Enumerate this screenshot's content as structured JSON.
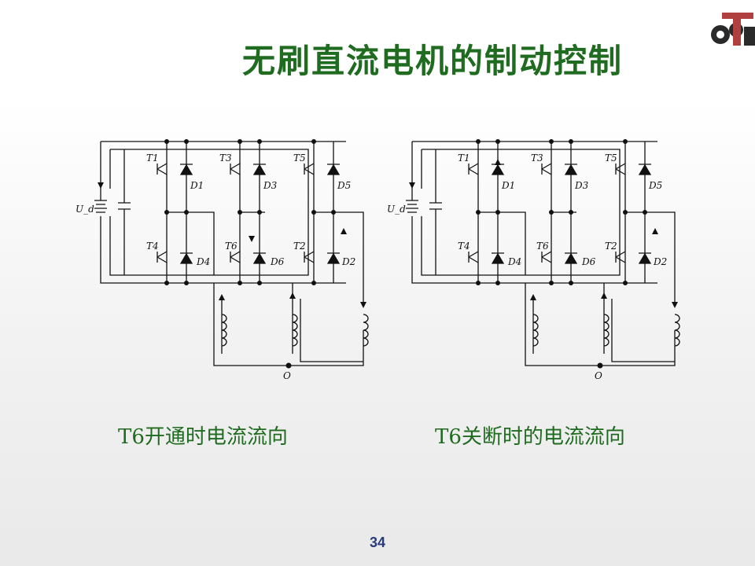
{
  "slide": {
    "title": "无刷直流电机的制动控制",
    "page_number": "34"
  },
  "left_diagram": {
    "caption": "T6开通时电流流向",
    "labels": {
      "source": "U_d",
      "neutral": "O",
      "T1": "T1",
      "T3": "T3",
      "T5": "T5",
      "T4": "T4",
      "T6": "T6",
      "T2": "T2",
      "D1": "D1",
      "D3": "D3",
      "D5": "D5",
      "D4": "D4",
      "D6": "D6",
      "D2": "D2"
    }
  },
  "right_diagram": {
    "caption": "T6关断时的电流流向",
    "labels": {
      "source": "U_d",
      "neutral": "O",
      "T1": "T1",
      "T3": "T3",
      "T5": "T5",
      "T4": "T4",
      "T6": "T6",
      "T2": "T2",
      "D1": "D1",
      "D3": "D3",
      "D5": "D5",
      "D4": "D4",
      "D6": "D6",
      "D2": "D2"
    }
  },
  "colors": {
    "title": "#1f6b1f",
    "caption": "#1f6b1f",
    "page_number": "#2a3b7a"
  }
}
